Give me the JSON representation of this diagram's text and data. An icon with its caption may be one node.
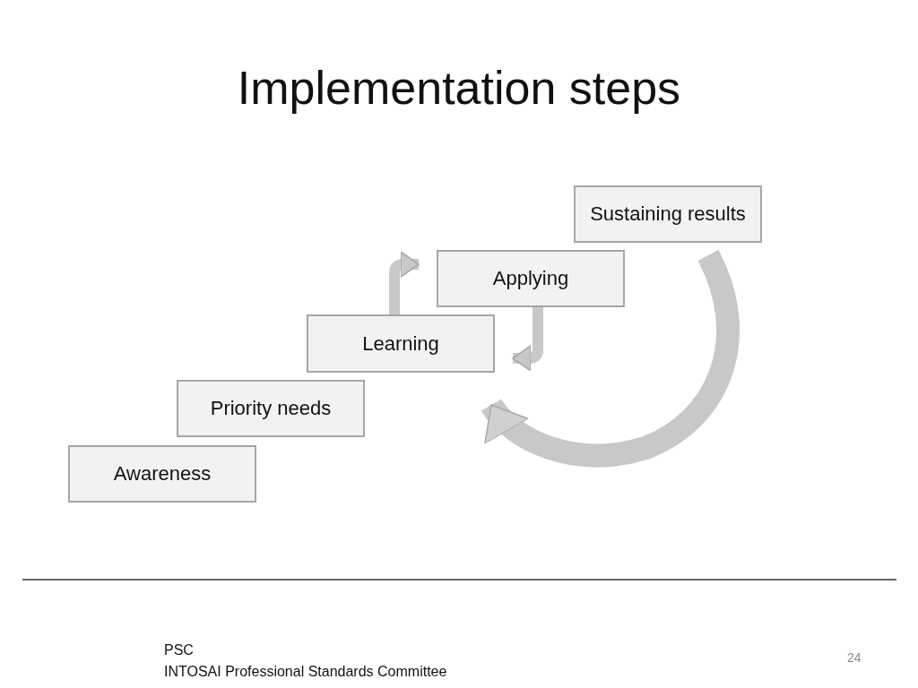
{
  "diagram": {
    "title": "Implementation steps",
    "nodes": [
      {
        "text": [
          "Awareness"
        ]
      },
      {
        "text": [
          "Priority needs"
        ]
      },
      {
        "text": [
          "Learning"
        ]
      },
      {
        "text": [
          "Applying"
        ]
      },
      {
        "text": [
          "Sustaining results"
        ]
      }
    ],
    "edges": [
      {
        "from": 2,
        "to": 3,
        "arrow": "to"
      },
      {
        "from": 3,
        "to": 2,
        "arrow": "to"
      },
      {
        "from": 4,
        "to": 2,
        "arrow": "to",
        "style": "thick"
      }
    ],
    "labels": [
      "PSC",
      "INTOSAI Professional Standards Committee",
      "24"
    ]
  }
}
